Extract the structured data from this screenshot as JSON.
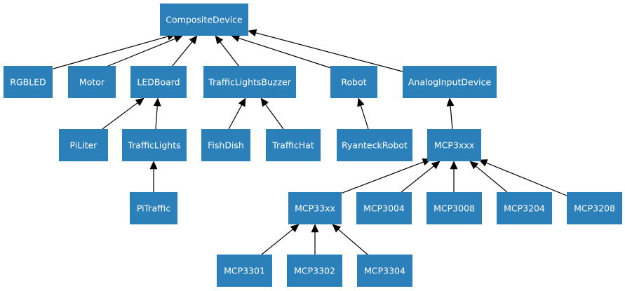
{
  "colors": {
    "node_fill": "#2b80b9",
    "node_text": "#ffffff",
    "edge": "#000000",
    "background": "#ffffff"
  },
  "diagram": {
    "nodes": [
      {
        "id": "CompositeDevice",
        "label": "CompositeDevice"
      },
      {
        "id": "RGBLED",
        "label": "RGBLED"
      },
      {
        "id": "Motor",
        "label": "Motor"
      },
      {
        "id": "LEDBoard",
        "label": "LEDBoard"
      },
      {
        "id": "TrafficLightsBuzzer",
        "label": "TrafficLightsBuzzer"
      },
      {
        "id": "Robot",
        "label": "Robot"
      },
      {
        "id": "AnalogInputDevice",
        "label": "AnalogInputDevice"
      },
      {
        "id": "PiLiter",
        "label": "PiLiter"
      },
      {
        "id": "TrafficLights",
        "label": "TrafficLights"
      },
      {
        "id": "FishDish",
        "label": "FishDish"
      },
      {
        "id": "TrafficHat",
        "label": "TrafficHat"
      },
      {
        "id": "RyanteckRobot",
        "label": "RyanteckRobot"
      },
      {
        "id": "MCP3xxx",
        "label": "MCP3xxx"
      },
      {
        "id": "PiTraffic",
        "label": "PiTraffic"
      },
      {
        "id": "MCP33xx",
        "label": "MCP33xx"
      },
      {
        "id": "MCP3004",
        "label": "MCP3004"
      },
      {
        "id": "MCP3008",
        "label": "MCP3008"
      },
      {
        "id": "MCP3204",
        "label": "MCP3204"
      },
      {
        "id": "MCP3208",
        "label": "MCP3208"
      },
      {
        "id": "MCP3301",
        "label": "MCP3301"
      },
      {
        "id": "MCP3302",
        "label": "MCP3302"
      },
      {
        "id": "MCP3304",
        "label": "MCP3304"
      }
    ],
    "edges": [
      {
        "from": "RGBLED",
        "to": "CompositeDevice"
      },
      {
        "from": "Motor",
        "to": "CompositeDevice"
      },
      {
        "from": "LEDBoard",
        "to": "CompositeDevice"
      },
      {
        "from": "TrafficLightsBuzzer",
        "to": "CompositeDevice"
      },
      {
        "from": "Robot",
        "to": "CompositeDevice"
      },
      {
        "from": "AnalogInputDevice",
        "to": "CompositeDevice"
      },
      {
        "from": "PiLiter",
        "to": "LEDBoard"
      },
      {
        "from": "TrafficLights",
        "to": "LEDBoard"
      },
      {
        "from": "PiTraffic",
        "to": "TrafficLights"
      },
      {
        "from": "FishDish",
        "to": "TrafficLightsBuzzer"
      },
      {
        "from": "TrafficHat",
        "to": "TrafficLightsBuzzer"
      },
      {
        "from": "RyanteckRobot",
        "to": "Robot"
      },
      {
        "from": "MCP3xxx",
        "to": "AnalogInputDevice"
      },
      {
        "from": "MCP33xx",
        "to": "MCP3xxx"
      },
      {
        "from": "MCP3004",
        "to": "MCP3xxx"
      },
      {
        "from": "MCP3008",
        "to": "MCP3xxx"
      },
      {
        "from": "MCP3204",
        "to": "MCP3xxx"
      },
      {
        "from": "MCP3208",
        "to": "MCP3xxx"
      },
      {
        "from": "MCP3301",
        "to": "MCP33xx"
      },
      {
        "from": "MCP3302",
        "to": "MCP33xx"
      },
      {
        "from": "MCP3304",
        "to": "MCP33xx"
      }
    ]
  }
}
